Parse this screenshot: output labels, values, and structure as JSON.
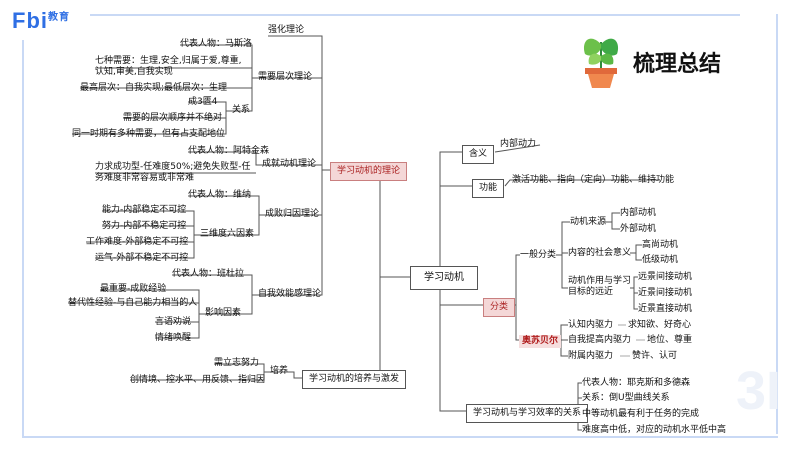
{
  "brand": {
    "logo_text": "Fbi",
    "logo_small": "教育"
  },
  "title": "梳理总结",
  "center": "学习动机",
  "left": {
    "theory": {
      "label": "学习动机的理论",
      "reinforcement": "强化理论",
      "needs": {
        "label": "需要层次理论",
        "rep": "代表人物：马斯洛",
        "seven": "七种需要：生理,安全,归属于爱,尊重,认知,审美,自我实现",
        "highest": "最高层次：自我实现;最低层次：生理",
        "relation_label": "关系",
        "relations": [
          "成3匮4",
          "需要的层次顺序并不绝对",
          "同一时期有多种需要，但有占支配地位"
        ]
      },
      "achievement": {
        "label": "成就动机理论",
        "rep": "代表人物：阿特金森",
        "desc": "力求成功型-任难度50%;避免失败型-任务难度非常容易或非常难"
      },
      "attribution": {
        "label": "成败归因理论",
        "rep": "代表人物：维纳",
        "three_label": "三维度六因素",
        "factors": [
          "能力-内部稳定不可控",
          "努力-内部不稳定可控",
          "工作难度-外部稳定不可控",
          "运气-外部不稳定不可控"
        ]
      },
      "efficacy": {
        "label": "自我效能感理论",
        "rep": "代表人物：班杜拉",
        "influence_label": "影响因素",
        "factors": [
          "最重要-成败经验",
          "替代性经验-与自己能力相当的人",
          "言语劝说",
          "情绪唤醒"
        ]
      }
    },
    "cultivate": {
      "label": "学习动机的培养与激发",
      "train_label": "培养",
      "train_item": "需立志努力",
      "stimulate": "创情境、控水平、用反馈、指归因"
    }
  },
  "right": {
    "meaning": {
      "label": "含义",
      "value": "内部动力"
    },
    "function": {
      "label": "功能",
      "value": "激活功能、指向（定向）功能、维持功能"
    },
    "classify": {
      "label": "分类",
      "general": {
        "label": "一般分类",
        "source": {
          "label": "动机来源",
          "items": [
            "内部动机",
            "外部动机"
          ]
        },
        "social": {
          "label": "内容的社会意义",
          "items": [
            "高尚动机",
            "低级动机"
          ]
        },
        "role": {
          "label": "动机作用与学习目标的远近",
          "items": [
            "远景间接动机",
            "近景间接动机",
            "近景直接动机"
          ]
        }
      },
      "ausubel": {
        "label": "奥苏贝尔",
        "items": [
          {
            "name": "认知内驱力",
            "detail": "求知欲、好奇心"
          },
          {
            "name": "自我提高内驱力",
            "detail": "地位、尊重"
          },
          {
            "name": "附属内驱力",
            "detail": "赞许、认可"
          }
        ]
      }
    },
    "efficiency": {
      "label": "学习动机与学习效率的关系",
      "items": [
        "代表人物：耶克斯和多德森",
        "关系：倒U型曲线关系",
        "中等动机最有利于任务的完成",
        "难度高中低，对应的动机水平低中高"
      ]
    }
  }
}
